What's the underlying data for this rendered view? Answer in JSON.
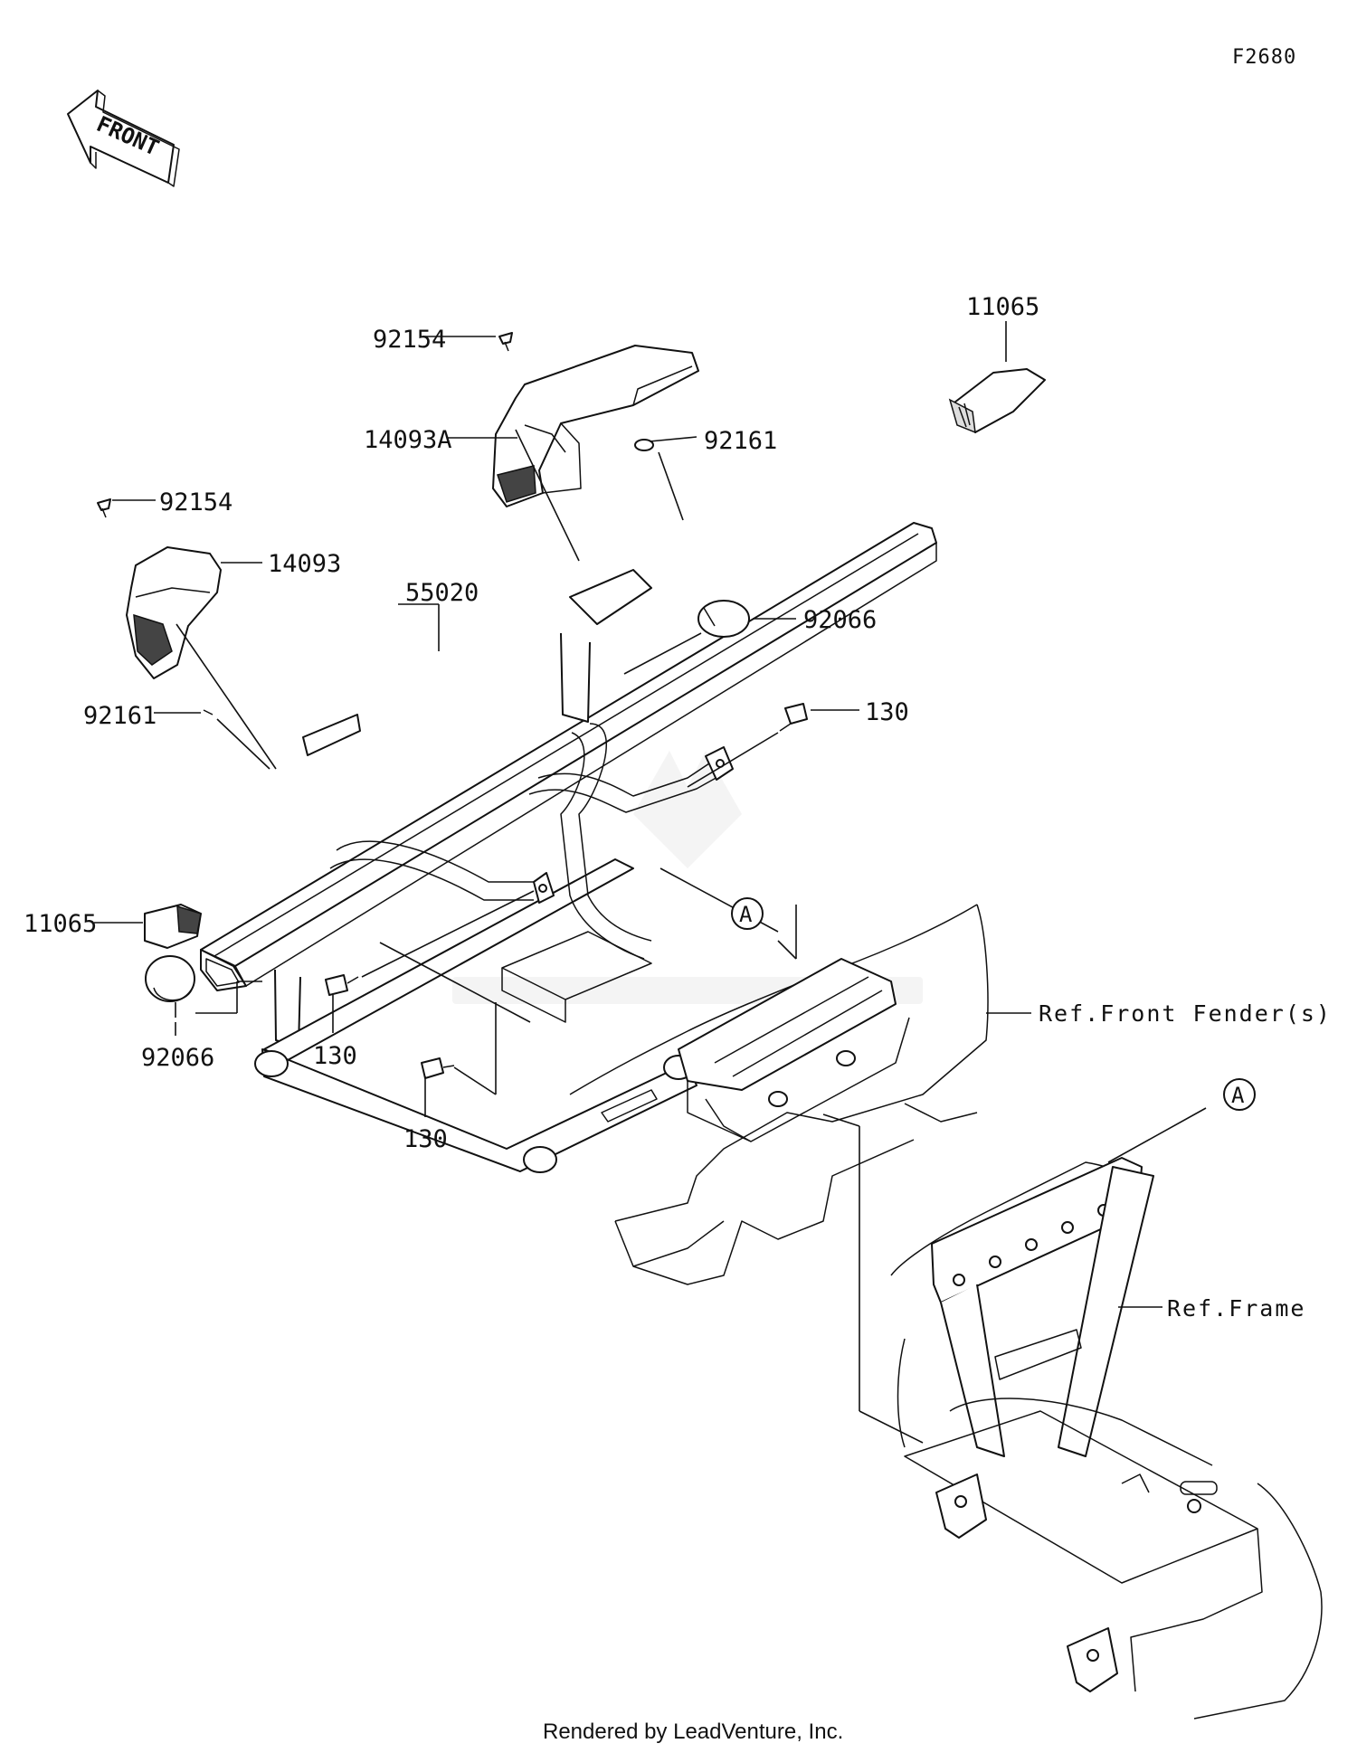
{
  "diagram_code": "F2680",
  "front_label": "FRONT",
  "parts": {
    "p92154_top": "92154",
    "p14093A": "14093A",
    "p92161_top": "92161",
    "p11065_top": "11065",
    "p92154_left": "92154",
    "p14093": "14093",
    "p55020": "55020",
    "p92066_right": "92066",
    "p92161_left": "92161",
    "p130_right": "130",
    "p11065_left": "11065",
    "p92066_left": "92066",
    "p130_mid": "130",
    "p130_bottom": "130"
  },
  "refs": {
    "front_fender": "Ref.Front Fender(s)",
    "frame": "Ref.Frame",
    "callout_a": "A"
  },
  "footer": "Rendered by LeadVenture, Inc."
}
